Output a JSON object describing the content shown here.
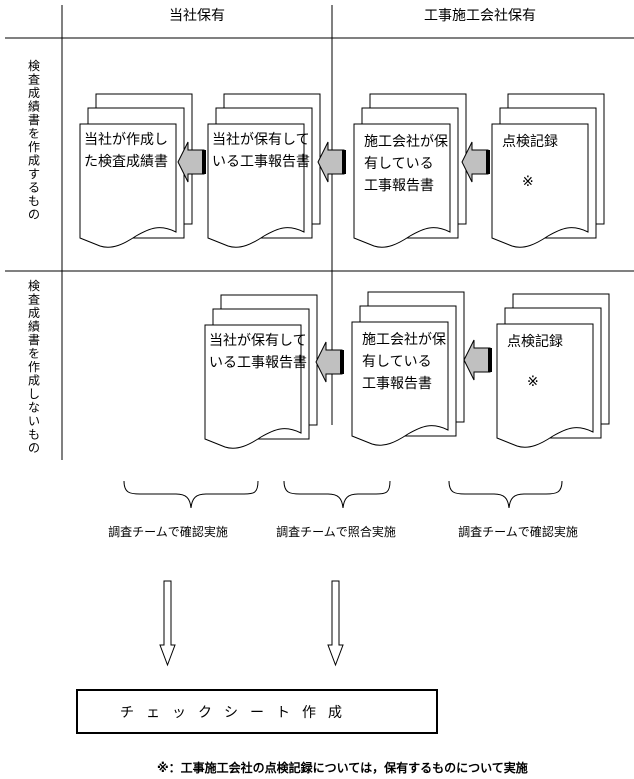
{
  "header": {
    "col_own": "当社保有",
    "col_contractor": "工事施工会社保有"
  },
  "rows": [
    {
      "label": "検査成績書を作成するもの",
      "docs": [
        {
          "lines": [
            "当社が作成し",
            "た検査成績書"
          ]
        },
        {
          "lines": [
            "当社が保有して",
            "いる工事報告書"
          ]
        },
        {
          "lines": [
            "施工会社が保",
            "有している",
            "工事報告書"
          ]
        },
        {
          "lines": [
            "点検記録"
          ],
          "mark": "※"
        }
      ]
    },
    {
      "label": "検査成績書を作成しないもの",
      "docs": [
        {
          "lines": [
            "当社が保有して",
            "いる工事報告書"
          ]
        },
        {
          "lines": [
            "施工会社が保",
            "有している",
            "工事報告書"
          ]
        },
        {
          "lines": [
            "点検記録"
          ],
          "mark": "※"
        }
      ]
    }
  ],
  "braces": [
    {
      "label": "調査チームで確認実施"
    },
    {
      "label": "調査チームで照合実施"
    },
    {
      "label": "調査チームで確認実施"
    }
  ],
  "result_box": "チェックシート作成",
  "footnote": "※：工事施工会社の点検記録については，保有するものについて実施",
  "colors": {
    "arrow_fill": "#c0c0c0",
    "line": "#000000"
  }
}
